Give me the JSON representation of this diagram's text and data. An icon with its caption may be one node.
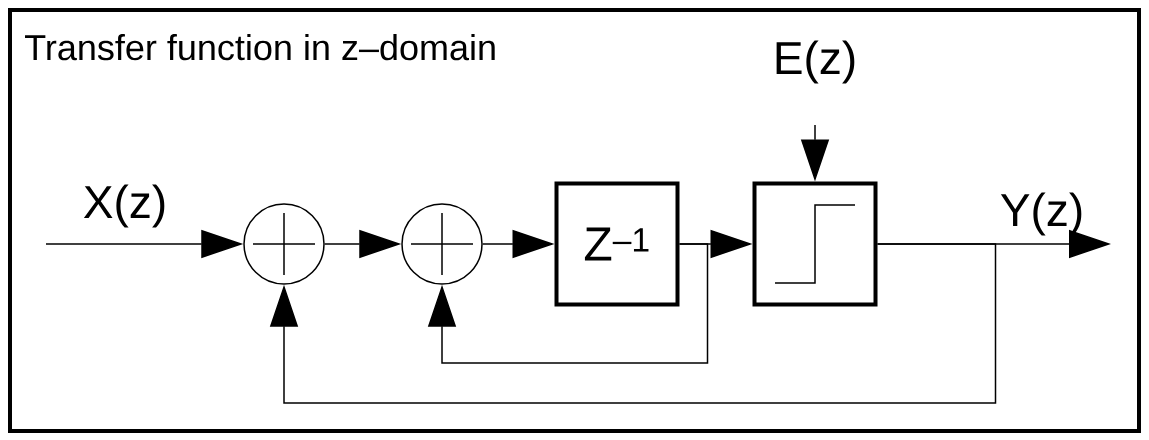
{
  "diagram": {
    "title": "Transfer function in z–domain",
    "nodes": [
      {
        "text": [],
        "shape": "circle"
      },
      {
        "text": [],
        "shape": "circle"
      },
      {
        "text": [
          "Z$^{–1}$"
        ]
      },
      {
        "text": [],
        "shape": "box"
      }
    ],
    "edges": [
      {
        "from": null,
        "to": 0,
        "arrow": "to",
        "label": "X(z)"
      },
      {
        "from": 0,
        "to": 1,
        "arrow": "to"
      },
      {
        "from": 1,
        "to": 2,
        "arrow": "to"
      },
      {
        "from": 2,
        "to": 3,
        "arrow": "to"
      },
      {
        "from": 2,
        "to": 1,
        "arrow": "to"
      },
      {
        "from": null,
        "to": 3,
        "arrow": "to",
        "label": "E(z)"
      },
      {
        "from": 3,
        "to": null,
        "arrow": "to",
        "label": "Y(z)"
      },
      {
        "from": 3,
        "to": 0,
        "arrow": "to"
      }
    ]
  }
}
